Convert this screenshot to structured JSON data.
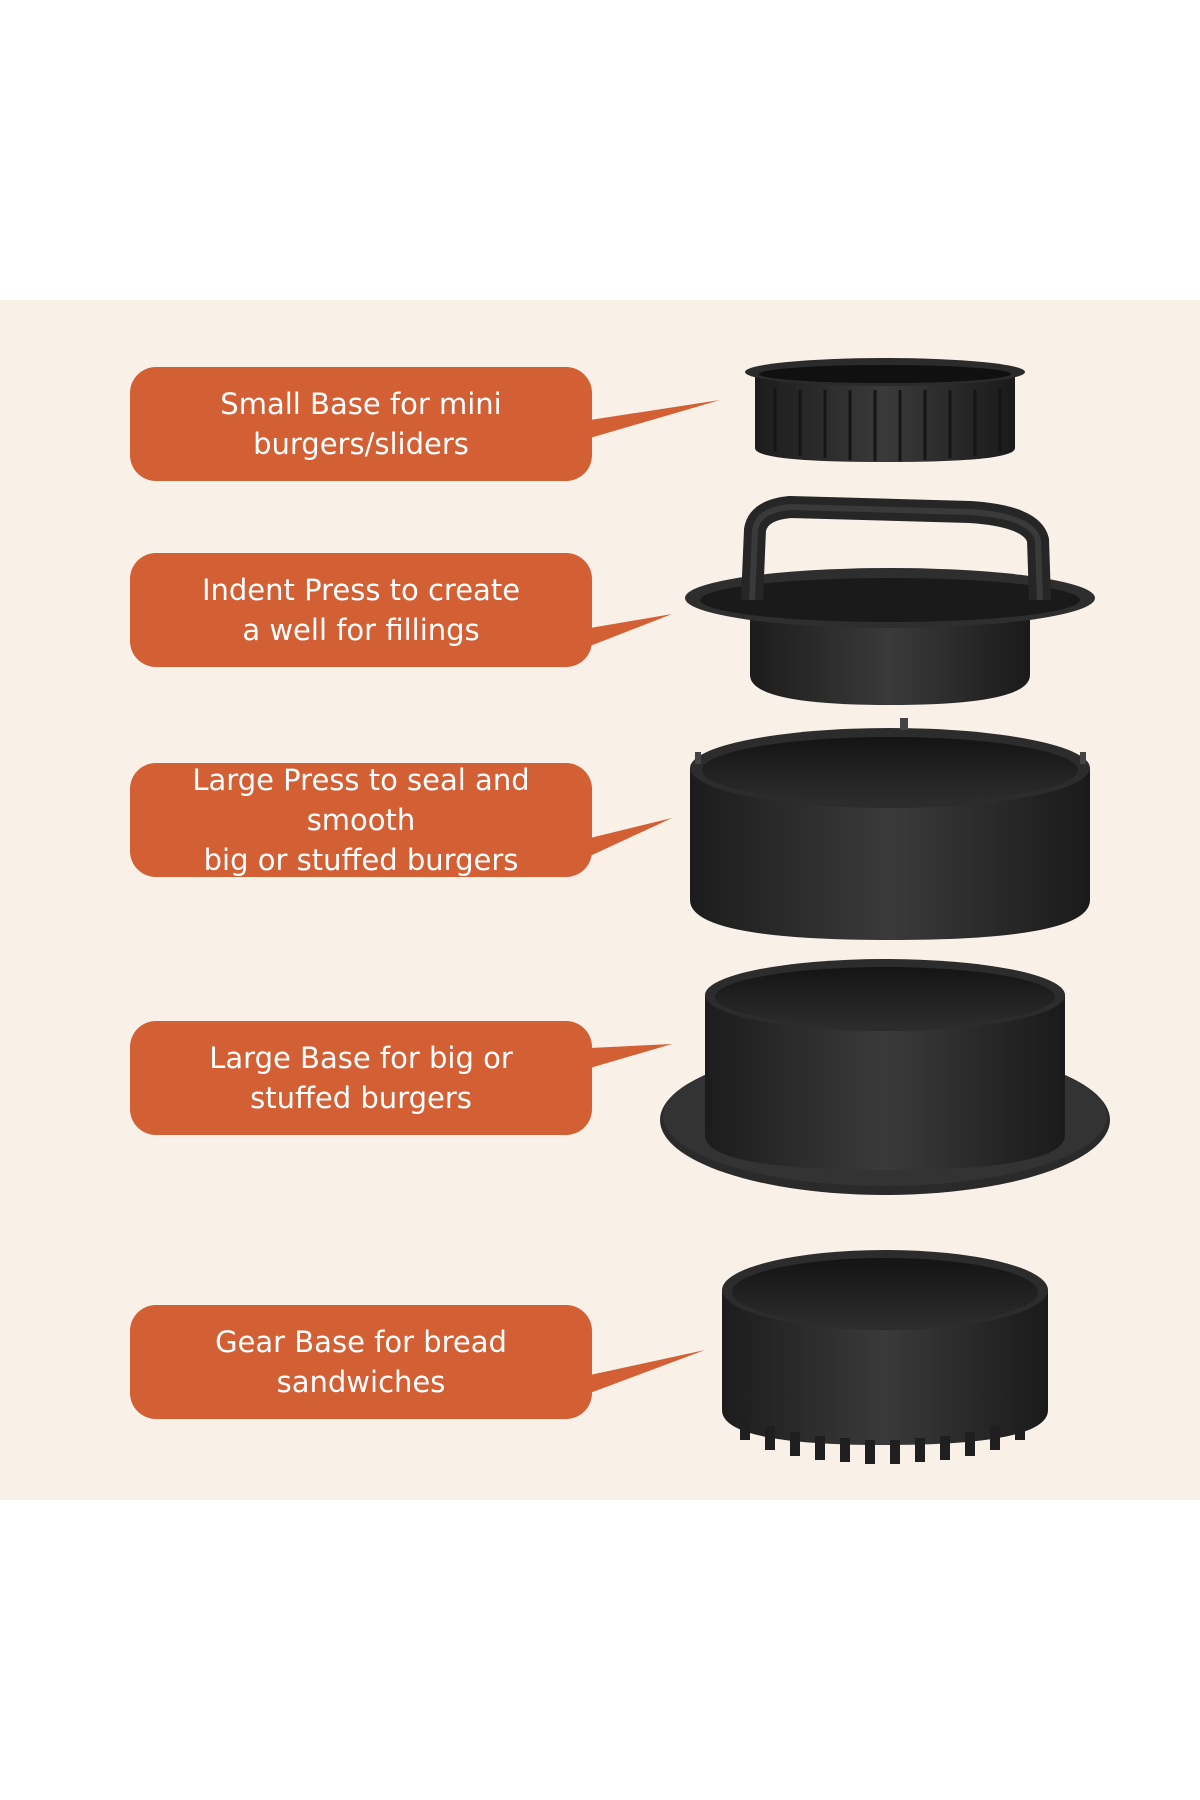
{
  "colors": {
    "panel_background": "#f9f0e7",
    "callout_background": "#d35f34",
    "callout_text": "#ffffff",
    "part_color": "#2a2a2a"
  },
  "callouts": [
    {
      "line1": "Small Base for mini",
      "line2": "burgers/sliders"
    },
    {
      "line1": "Indent Press to create",
      "line2": "a well for fillings"
    },
    {
      "line1": "Large Press to seal and smooth",
      "line2": "big or stuffed burgers"
    },
    {
      "line1": "Large Base for big or",
      "line2": "stuffed burgers"
    },
    {
      "line1": "Gear Base for bread",
      "line2": "sandwiches"
    }
  ],
  "parts": [
    {
      "name": "small-base"
    },
    {
      "name": "indent-press"
    },
    {
      "name": "large-press"
    },
    {
      "name": "large-base"
    },
    {
      "name": "gear-base"
    }
  ]
}
